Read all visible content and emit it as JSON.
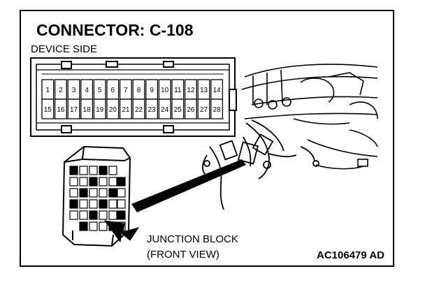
{
  "title": "CONNECTOR: C-108",
  "subtitle": "DEVICE SIDE",
  "connector": {
    "row_top": [
      "1",
      "2",
      "3",
      "4",
      "5",
      "6",
      "7",
      "8",
      "9",
      "10",
      "11",
      "12",
      "13",
      "14"
    ],
    "row_bottom": [
      "15",
      "16",
      "17",
      "18",
      "19",
      "20",
      "21",
      "22",
      "23",
      "24",
      "25",
      "26",
      "27",
      "28"
    ]
  },
  "caption_line1": "JUNCTION BLOCK",
  "caption_line2": "(FRONT VIEW)",
  "figure_code": "AC106479 AD"
}
